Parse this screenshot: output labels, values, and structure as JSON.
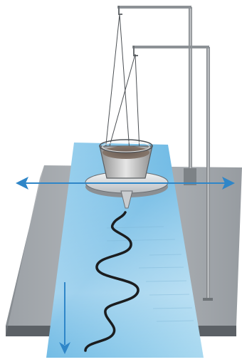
{
  "illustration": {
    "subject": "pendulum-sand-funnel-trace",
    "colors": {
      "table_top": "#a9aeb3",
      "table_edge": "#5e6368",
      "paper_light": "#d3ecf8",
      "paper_mid": "#8ec9ea",
      "paper_dark": "#5aa8d8",
      "arrow_blue": "#2f86c8",
      "stand_metal": "#8d9296",
      "trace_dark": "#1a1c1e",
      "funnel_rim": "#e8eaeb",
      "sand": "#7a6a5e"
    },
    "icons": {
      "motion_arrow": "double-headed-arrow",
      "paper_direction": "down-arrow"
    }
  }
}
